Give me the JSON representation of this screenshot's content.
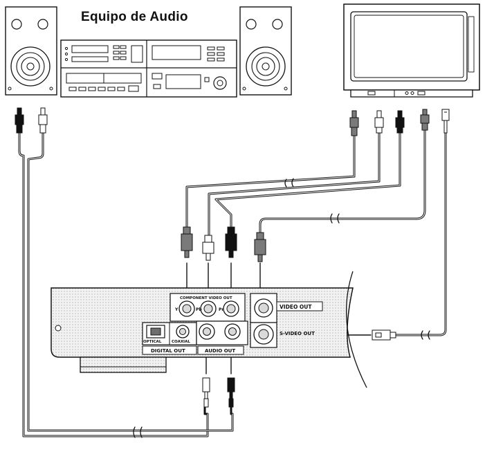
{
  "title": "Equipo de Audio",
  "panel_labels": {
    "component_video_out": "COMPONENT VIDEO OUT",
    "video_out": "VIDEO OUT",
    "s_video_out": "S-VIDEO OUT",
    "optical": "OPTICAL",
    "coaxial": "COAXIAL",
    "digital_out": "DIGITAL OUT",
    "audio_out": "AUDIO OUT",
    "y": "Y",
    "pb": "Pb",
    "pr": "Pr"
  },
  "colors": {
    "line": "#111111",
    "panel": "#e6e6e6",
    "light_grey": "#d9d9d9",
    "dark_grey": "#6e6e6e"
  }
}
